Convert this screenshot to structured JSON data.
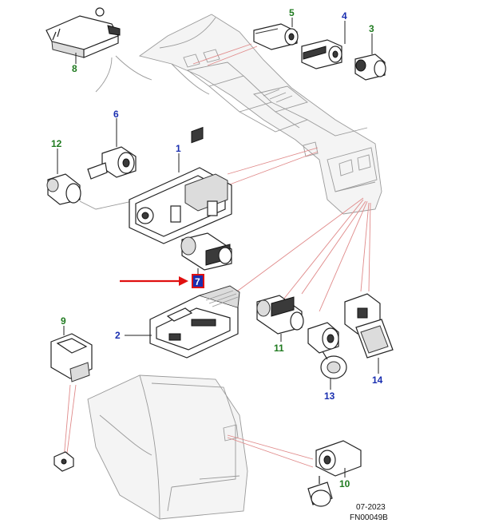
{
  "colors": {
    "green_label": "#1f7a1f",
    "blue_label": "#1a2fb0",
    "callout_line": "#e08a8a",
    "highlight_box": "#e01010",
    "highlight_fill": "#1a2fb0",
    "arrow": "#e01010"
  },
  "labels": {
    "p1": "1",
    "p2": "2",
    "p3": "3",
    "p4": "4",
    "p5": "5",
    "p6": "6",
    "p7": "7",
    "p8": "8",
    "p9": "9",
    "p10": "10",
    "p11": "11",
    "p12": "12",
    "p13": "13",
    "p14": "14"
  },
  "caption": {
    "date": "07-2023",
    "code": "FN00049B"
  }
}
